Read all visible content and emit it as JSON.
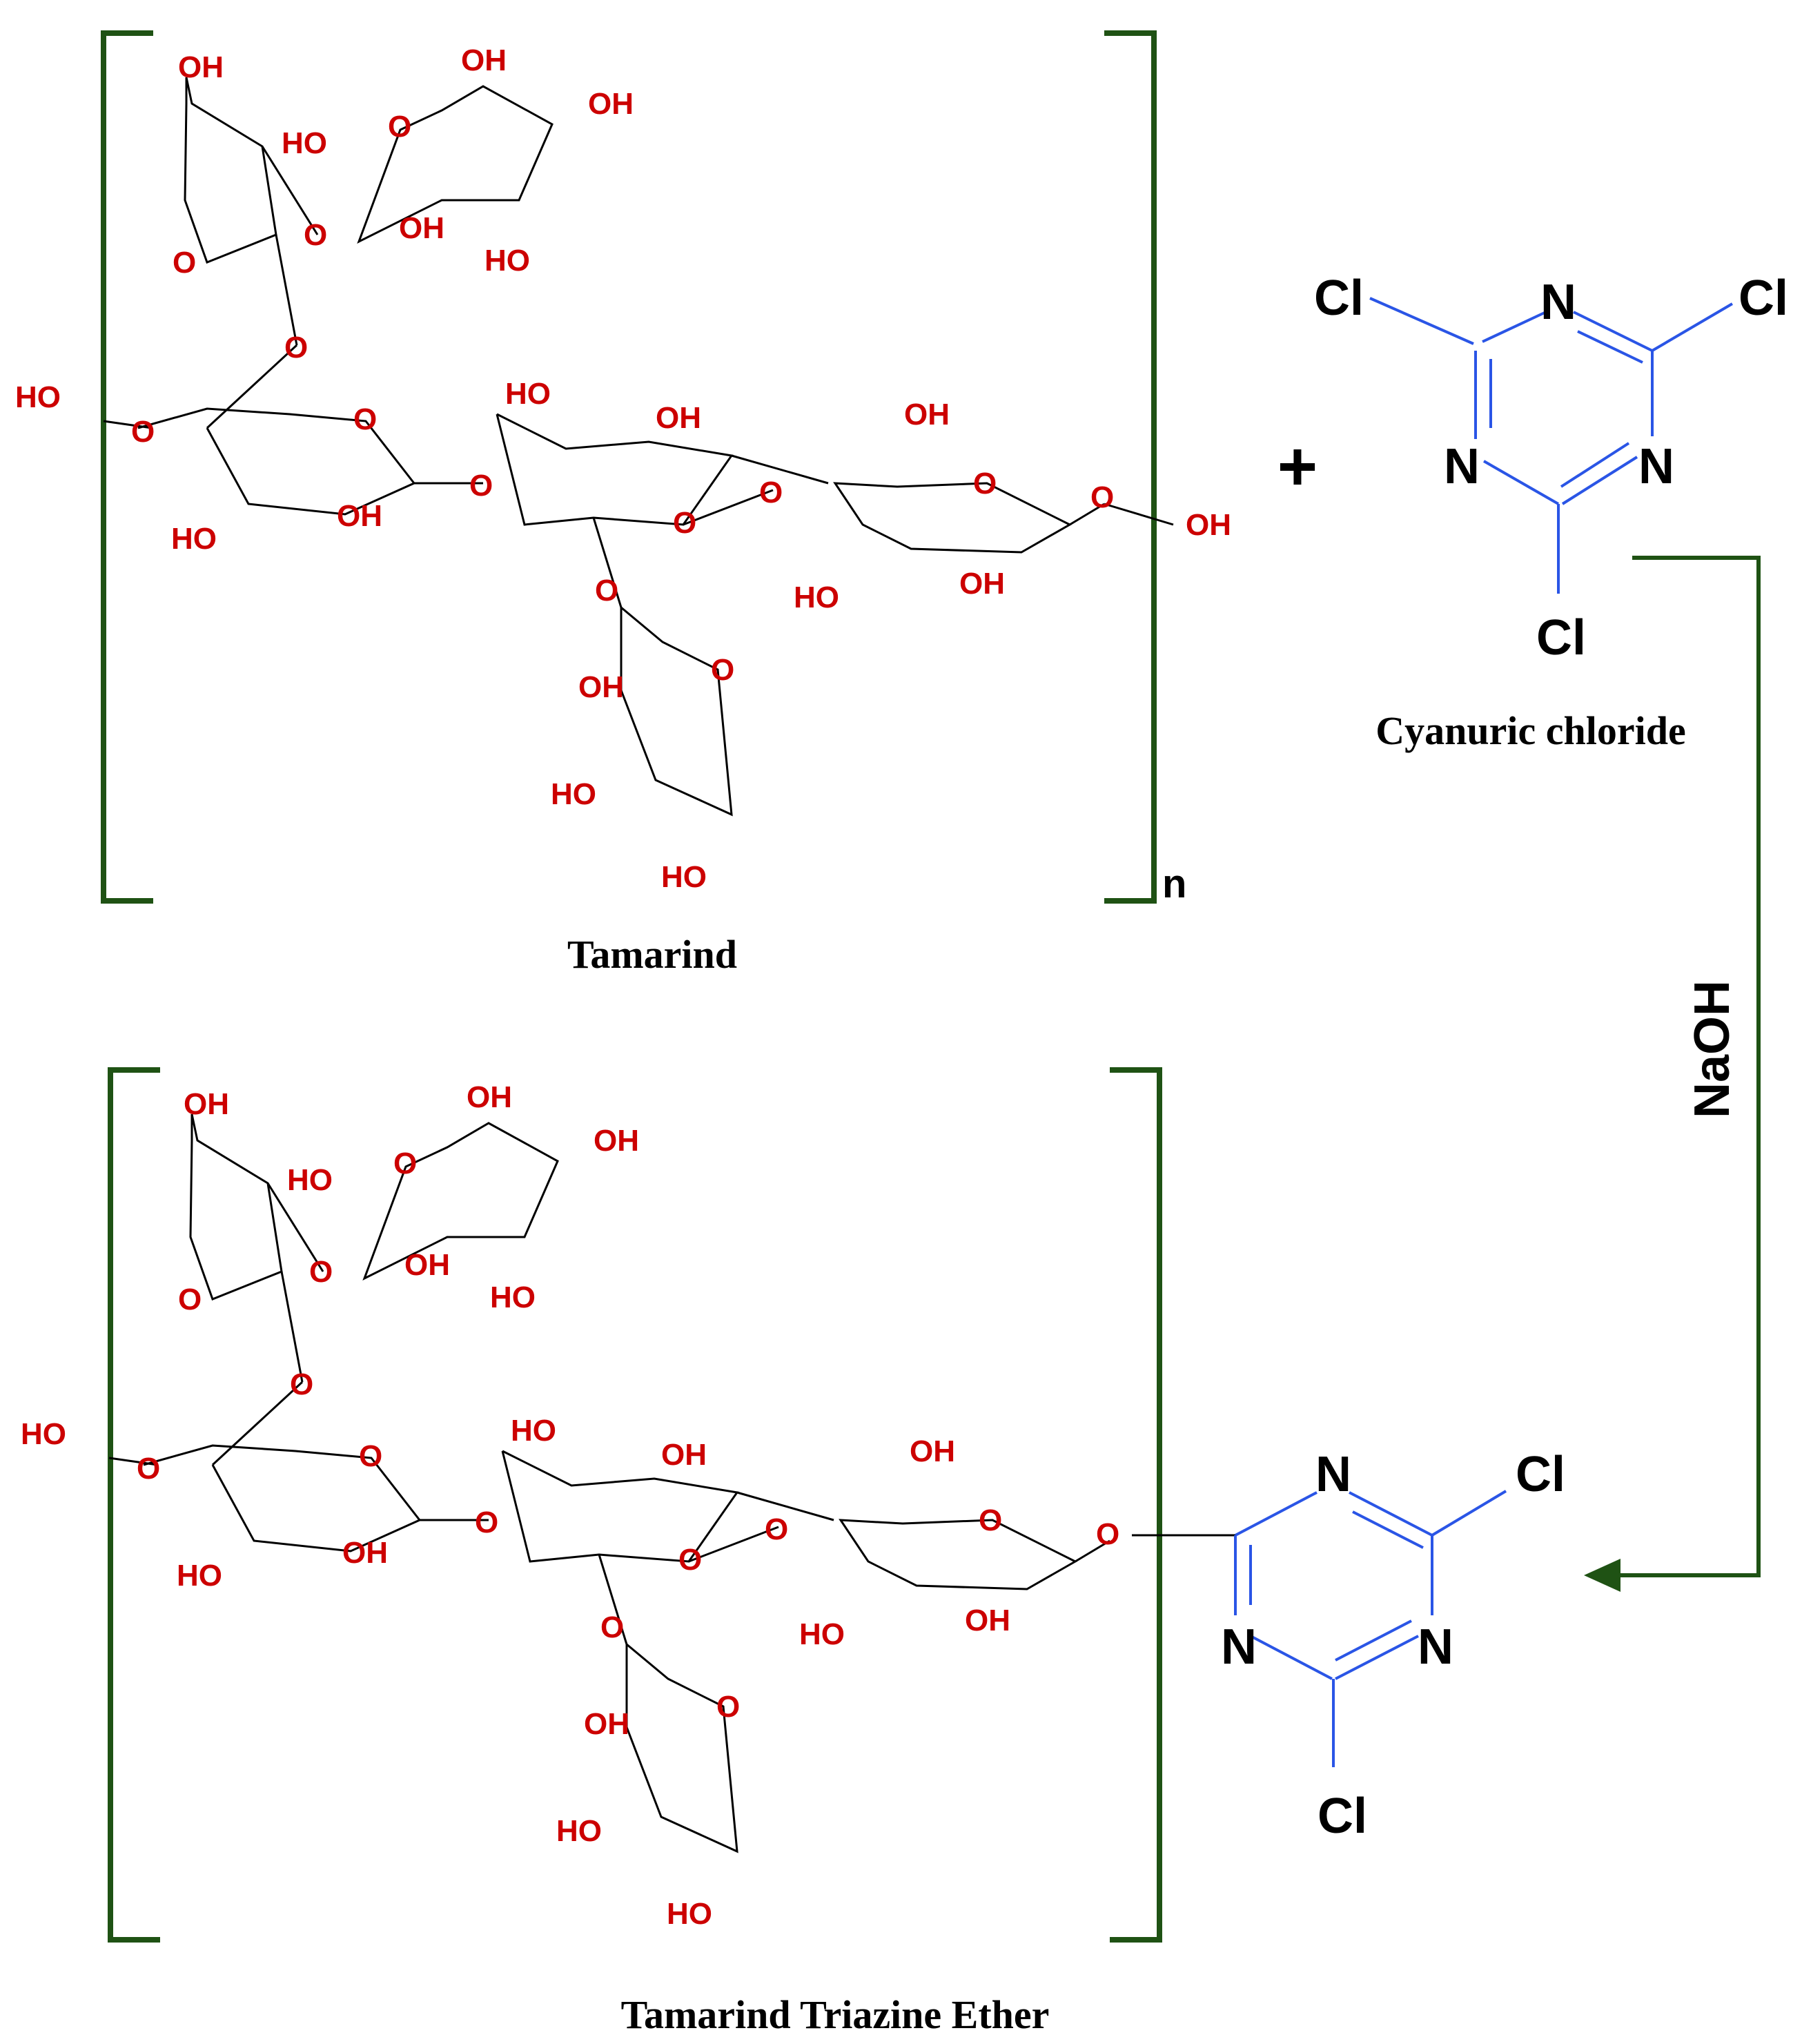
{
  "reactant_polymer": {
    "name": "Tamarind",
    "repeat_subscript": "n",
    "ring_oxygen": "O",
    "glycosidic_oxygen": "O",
    "hydroxyl_left": "OH",
    "hydroxyl_right": "HO"
  },
  "reagent": {
    "name": "Cyanuric chloride",
    "chlorine": "Cl",
    "nitrogen": "N",
    "plus_sign": "+"
  },
  "conditions": {
    "base": "NaOH"
  },
  "product": {
    "name": "Tamarind Triazine Ether",
    "chlorine": "Cl",
    "nitrogen": "N"
  },
  "colors": {
    "bracket_and_arrow": "#1f5214",
    "sugar_atoms": "#cc0000",
    "triazine_bonds": "#2a55e6",
    "bonds": "#000000",
    "text": "#000000"
  }
}
